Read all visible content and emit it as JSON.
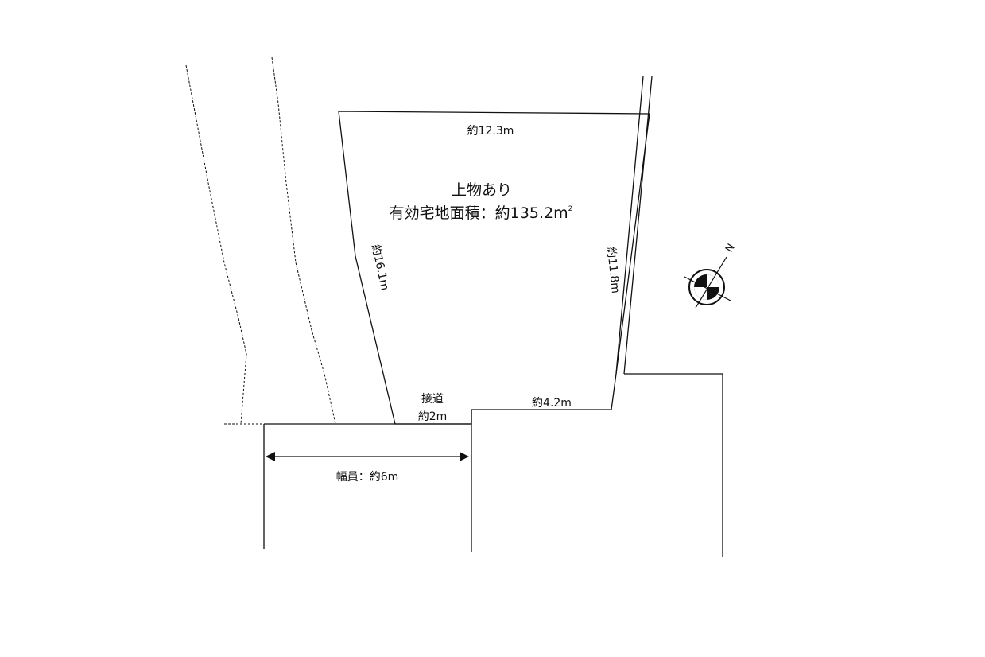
{
  "plot": {
    "building_note": "上物あり",
    "area_label": "有効宅地面積：約135.2",
    "area_unit": "m",
    "area_unit_sup": "2"
  },
  "dimensions": {
    "top": "約12.3m",
    "left": "約16.1m",
    "right": "約11.8m",
    "bottom_right": "約4.2m",
    "frontage_title": "接道",
    "frontage_value": "約2m"
  },
  "road": {
    "width_label": "幅員：約6m"
  },
  "compass": {
    "north_label": "N"
  }
}
